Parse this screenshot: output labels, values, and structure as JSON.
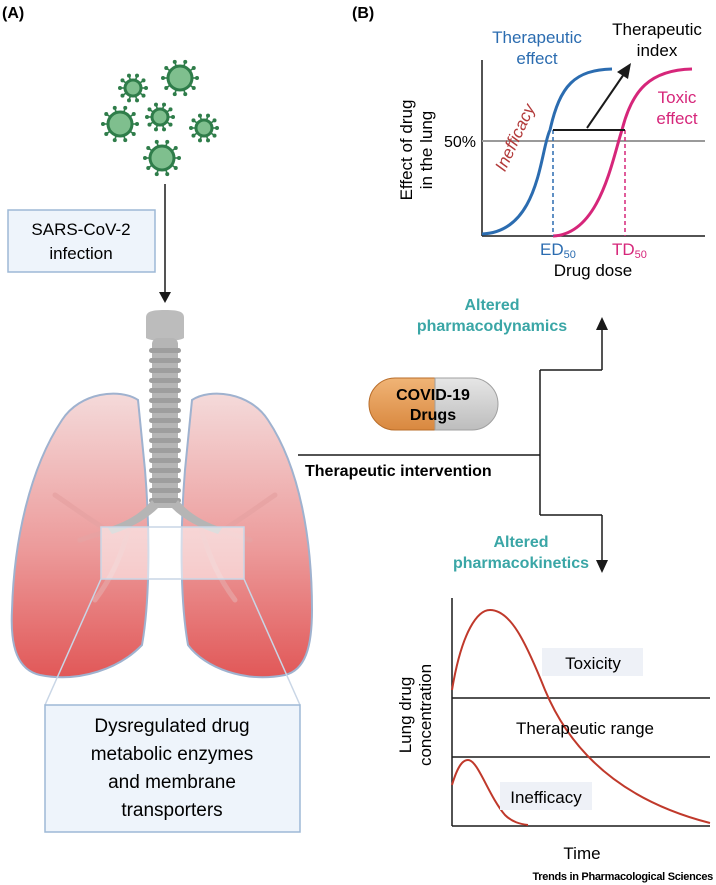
{
  "panel_a": {
    "label": "(A)",
    "infection_box": [
      "SARS-CoV-2",
      "infection"
    ],
    "dysregulated_box": [
      "Dysregulated drug",
      "metabolic enzymes",
      "and membrane",
      "transporters"
    ]
  },
  "panel_b": {
    "label": "(B)",
    "pd_chart": {
      "therapeutic_effect": [
        "Therapeutic",
        "effect"
      ],
      "therapeutic_index": [
        "Therapeutic",
        "index"
      ],
      "toxic_effect": [
        "Toxic",
        "effect"
      ],
      "inefficacy": "Inefficacy",
      "fifty_percent": "50%",
      "ylabel": [
        "Effect of drug",
        "in the lung"
      ],
      "ed50": "ED",
      "ed50_sub": "50",
      "td50": "TD",
      "td50_sub": "50",
      "xlabel": "Drug dose"
    },
    "altered_pd": [
      "Altered",
      "pharmacodynamics"
    ],
    "pill": [
      "COVID-19",
      "Drugs"
    ],
    "intervention": "Therapeutic intervention",
    "altered_pk": [
      "Altered",
      "pharmacokinetics"
    ],
    "pk_chart": {
      "toxicity": "Toxicity",
      "therapeutic_range": "Therapeutic range",
      "inefficacy": "Inefficacy",
      "ylabel": [
        "Lung drug",
        "concentration"
      ],
      "xlabel": "Time"
    }
  },
  "footer": "Trends in Pharmacological Sciences",
  "colors": {
    "virus": "#2f7d4a",
    "blue_curve": "#2b6cb0",
    "pink_curve": "#d6267a",
    "teal_text": "#3aa6a6",
    "red_text": "#b23a3a",
    "pk_curve": "#c0392b",
    "box_fill": "#eef4fb",
    "box_stroke": "#9db8d6"
  }
}
